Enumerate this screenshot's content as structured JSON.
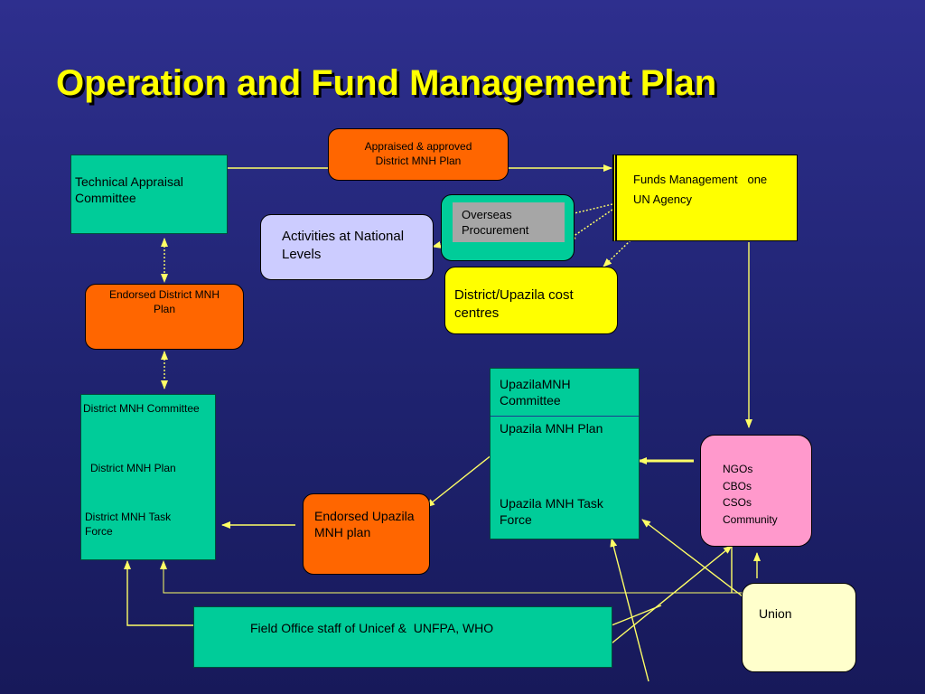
{
  "title": "Operation and Fund Management Plan",
  "colors": {
    "teal": "#00cc99",
    "orange": "#ff6600",
    "yellow": "#ffff00",
    "lavender": "#ccccff",
    "pink": "#ff99cc",
    "light_yellow": "#ffffcc",
    "gray": "#a6a6a6",
    "title": "#ffff00",
    "connector": "#ffff66"
  },
  "boxes": {
    "appraised_plan": {
      "line1": "Appraised & approved",
      "line2": "District MNH Plan"
    },
    "technical_committee": {
      "line1": "Technical Appraisal",
      "line2": "Committee"
    },
    "funds_management": {
      "line1": "Funds Management   one",
      "line2": "UN Agency"
    },
    "overseas_procurement": {
      "line1": "Overseas",
      "line2": "Procurement"
    },
    "national_activities": {
      "line1": "Activities at National",
      "line2": "Levels"
    },
    "cost_centres": {
      "line1": "District/Upazila cost",
      "line2": "centres"
    },
    "endorsed_district": {
      "line1": "Endorsed District MNH",
      "line2": "Plan"
    },
    "district_committee": {
      "committee": "District MNH Committee",
      "plan": "District MNH Plan",
      "task_line1": "District MNH Task",
      "task_line2": "Force"
    },
    "upazila_committee": {
      "committee_line1": "UpazilaMNH",
      "committee_line2": "Committee",
      "plan": "Upazila MNH Plan",
      "task_line1": "Upazila MNH Task",
      "task_line2": "Force"
    },
    "endorsed_upazila": {
      "line1": "Endorsed Upazila",
      "line2": "MNH plan"
    },
    "ngos": {
      "line1": "NGOs",
      "line2": "CBOs",
      "line3": "CSOs",
      "line4": "Community"
    },
    "union": {
      "label": "Union"
    },
    "field_office": {
      "label": "Field Office staff of Unicef &  UNFPA, WHO"
    }
  }
}
